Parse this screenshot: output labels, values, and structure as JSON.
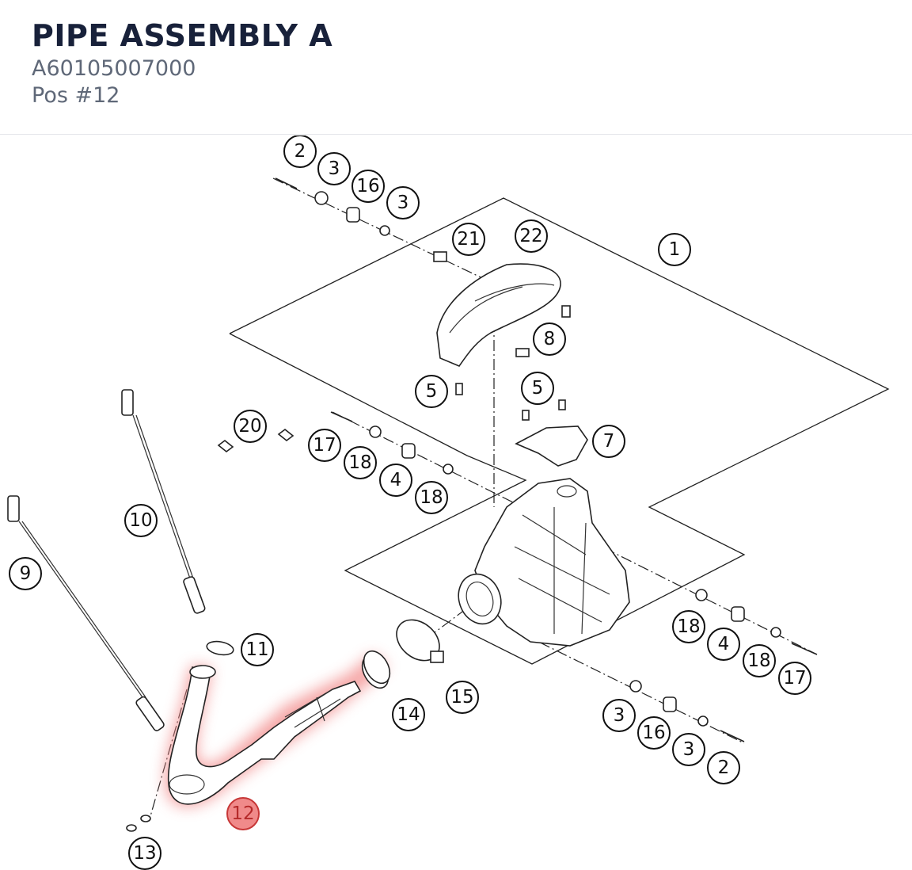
{
  "header": {
    "title": "PIPE ASSEMBLY A",
    "part_number": "A60105007000",
    "position": "Pos #12"
  },
  "diagram": {
    "highlight_color": "#f08a8a",
    "callouts": {
      "c1": "1",
      "c2a": "2",
      "c2b": "2",
      "c3a": "3",
      "c3b": "3",
      "c3c": "3",
      "c3d": "3",
      "c4a": "4",
      "c4b": "4",
      "c5a": "5",
      "c5b": "5",
      "c7": "7",
      "c8": "8",
      "c9": "9",
      "c10": "10",
      "c11": "11",
      "c12": "12",
      "c13": "13",
      "c14": "14",
      "c15": "15",
      "c16a": "16",
      "c16b": "16",
      "c17a": "17",
      "c17b": "17",
      "c18a": "18",
      "c18b": "18",
      "c18c": "18",
      "c18d": "18",
      "c20": "20",
      "c21": "21",
      "c22": "22"
    }
  }
}
